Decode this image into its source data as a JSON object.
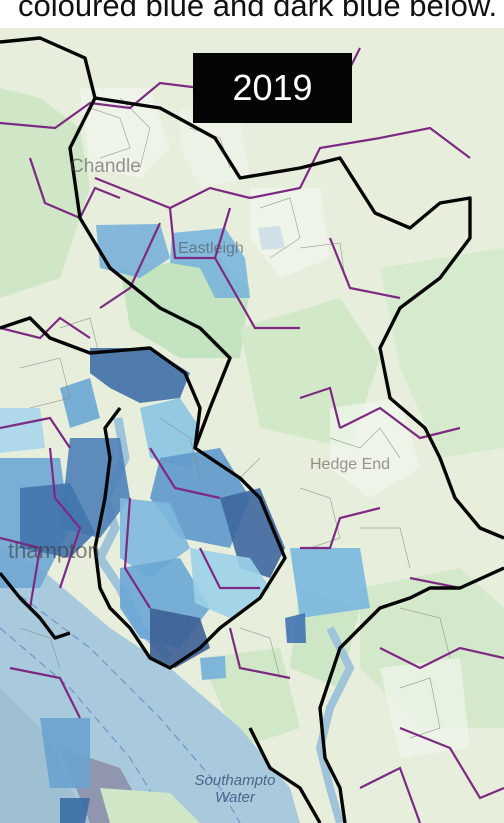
{
  "caption": {
    "text": "coloured blue and dark blue below."
  },
  "year_badge": {
    "label": "2019"
  },
  "map": {
    "place_labels": {
      "chandlers_ford": "Chandle",
      "eastleigh": "Eastleigh",
      "hedge_end": "Hedge End",
      "southampton": "thampton"
    },
    "water_label_line1": "Southampto",
    "water_label_line2": "Water"
  },
  "colors": {
    "land": "#e6ecd8",
    "green_area": "#bfe0bf",
    "water": "#a8c8dc",
    "light_blue": "#9bcbe3",
    "mid_blue": "#5aa2cc",
    "dark_blue": "#39679a",
    "ward_line": "#7b2a7f",
    "district_line": "#000000"
  }
}
